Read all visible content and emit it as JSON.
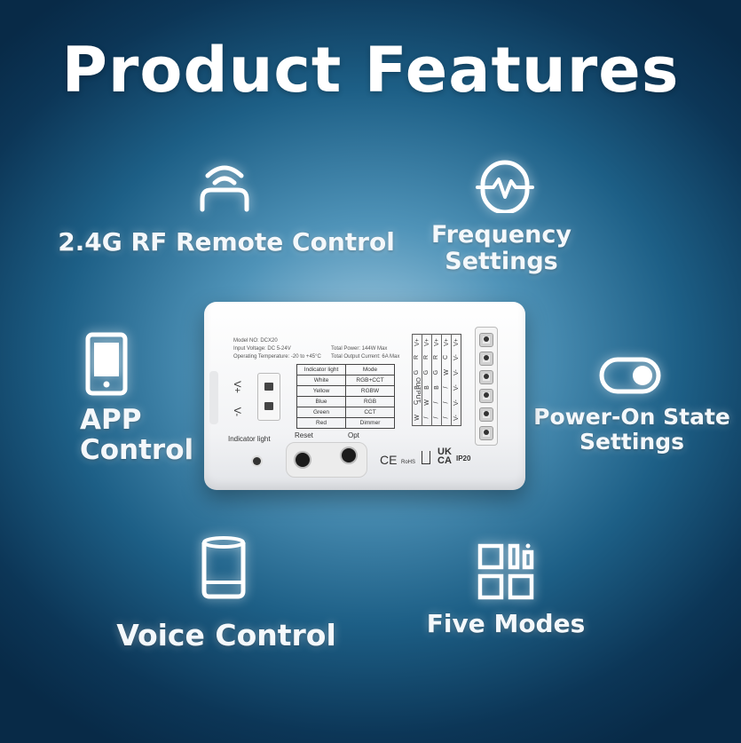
{
  "title": "Product Features",
  "features": {
    "rf_remote": "2.4G RF Remote Control",
    "frequency_line1": "Frequency",
    "frequency_line2": "Settings",
    "app_line1": "APP",
    "app_line2": "Control",
    "power_on_line1": "Power-On State",
    "power_on_line2": "Settings",
    "voice": "Voice Control",
    "five_modes": "Five Modes"
  },
  "device": {
    "model_line": "Model NO: DCX20",
    "input_voltage": "Input Voltage: DC 5-24V",
    "operating_temp": "Operating Temperature: -20 to +45°C",
    "total_power": "Total Power: 144W Max",
    "total_current": "Total Output Current: 6A Max",
    "table_header": [
      "Indicator light",
      "Mode"
    ],
    "table_rows": [
      [
        "White",
        "RGB+CCT"
      ],
      [
        "Yellow",
        "RGBW"
      ],
      [
        "Blue",
        "RGB"
      ],
      [
        "Green",
        "CCT"
      ],
      [
        "Red",
        "Dimmer"
      ]
    ],
    "vplus": "V+",
    "vminus": "V-",
    "indicator_label": "Indicator light",
    "reset_label": "Reset",
    "opt_label": "Opt",
    "output_label": "OUTPUT",
    "ip_rating": "IP20",
    "ce_mark": "CE",
    "rohs_mark": "RoHS",
    "ukca_mark_1": "UK",
    "ukca_mark_2": "CA",
    "output_cols": [
      [
        "V+",
        "R",
        "G",
        "B",
        "C",
        "W"
      ],
      [
        "V+",
        "R",
        "G",
        "B",
        "W",
        "/"
      ],
      [
        "V+",
        "R",
        "G",
        "B",
        "/",
        "/"
      ],
      [
        "V+",
        "C",
        "W",
        "/",
        "/",
        "/"
      ],
      [
        "V+",
        "V-",
        "V-",
        "V-",
        "V-",
        "V-"
      ]
    ]
  },
  "colors": {
    "background_center": "#a8cfe4",
    "background_edge": "#082a47",
    "text": "#f4f8fb"
  },
  "icons": [
    "rf-remote-icon",
    "frequency-icon",
    "phone-icon",
    "toggle-icon",
    "smart-speaker-icon",
    "grid-modes-icon"
  ]
}
